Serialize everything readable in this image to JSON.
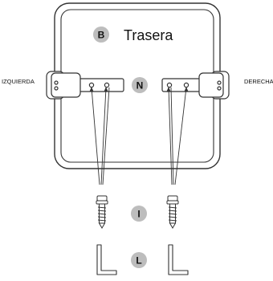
{
  "panel": {
    "badge_letter": "B",
    "title": "Trasera"
  },
  "brackets": {
    "badge_letter": "N",
    "left_label": "IZQUIERDA",
    "right_label": "DERECHA"
  },
  "screws": {
    "badge_letter": "I"
  },
  "keys": {
    "badge_letter": "L"
  },
  "colors": {
    "badge_fill": "#bdbdbd",
    "badge_text": "#ffffff",
    "line": "#333333"
  }
}
